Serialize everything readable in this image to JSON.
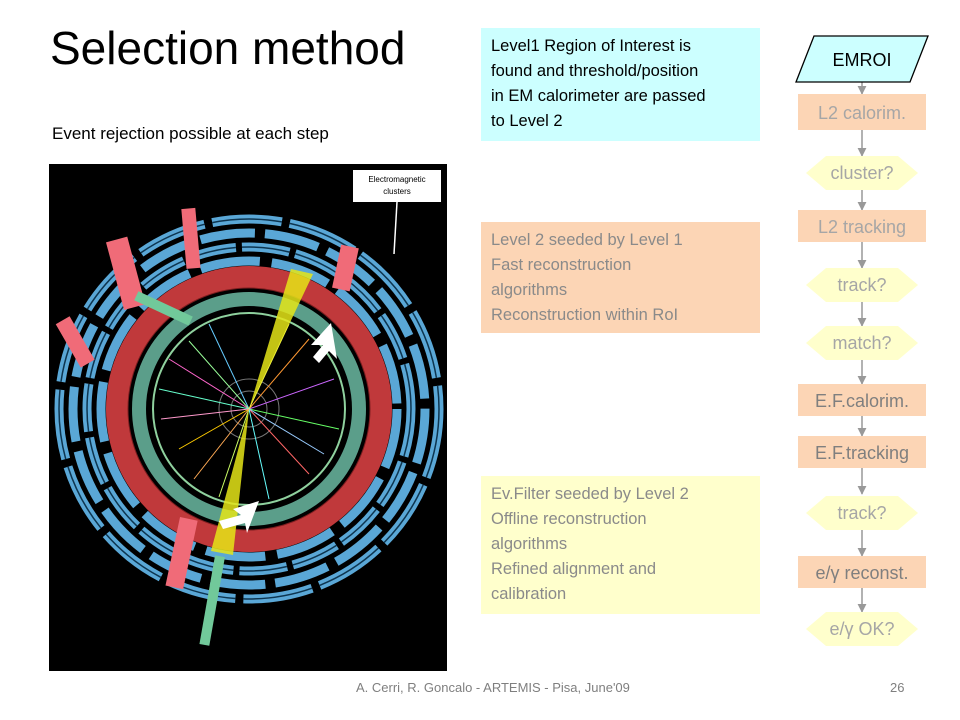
{
  "slide": {
    "title": "Selection method",
    "subtitle": "Event rejection possible at each step",
    "footer": "A. Cerri, R. Goncalo - ARTEMIS - Pisa, June'09",
    "page_number": "26"
  },
  "event_display": {
    "label_line1": "Electromagnetic",
    "label_line2": "clusters"
  },
  "boxes": {
    "level1": [
      "Level1 Region of Interest is",
      "found and threshold/position",
      "in EM calorimeter are passed",
      "to Level 2"
    ],
    "level2": [
      "Level 2 seeded by Level 1",
      "Fast reconstruction",
      "algorithms",
      "Reconstruction within RoI"
    ],
    "evfilter": [
      "Ev.Filter seeded by Level 2",
      "Offline reconstruction",
      "algorithms",
      "Refined alignment and",
      "calibration"
    ]
  },
  "flowchart": {
    "emroi": "EMROI",
    "l2_calorim": "L2 calorim.",
    "cluster": "cluster?",
    "l2_tracking": "L2 tracking",
    "track1": "track?",
    "match": "match?",
    "ef_calorim": "E.F.calorim.",
    "ef_tracking": "E.F.tracking",
    "track2": "track?",
    "reconst": "e/γ reconst.",
    "ok": "e/γ OK?"
  },
  "colors": {
    "process_fill": "#fcd5b5",
    "decision_fill": "#ffffcc",
    "process_text": "#a6a6a6",
    "evfilter_text": "#7f7f7f",
    "emroi_fill": "#ccffff"
  }
}
